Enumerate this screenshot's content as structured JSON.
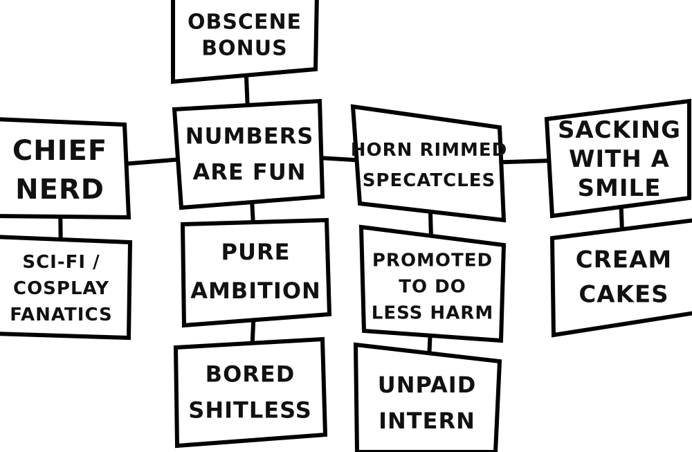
{
  "nodes": [
    {
      "id": "obscene-bonus",
      "lines": [
        "OBSCENE",
        "BONUS"
      ]
    },
    {
      "id": "chief-nerd",
      "lines": [
        "CHIEF",
        "NERD"
      ]
    },
    {
      "id": "numbers-are-fun",
      "lines": [
        "NUMBERS",
        "ARE FUN"
      ]
    },
    {
      "id": "horn-rimmed",
      "lines": [
        "HORN RIMMED",
        "SPECATCLES"
      ]
    },
    {
      "id": "sacking-smile",
      "lines": [
        "SACKING",
        "WITH A",
        "SMILE"
      ]
    },
    {
      "id": "scifi-cosplay",
      "lines": [
        "SCI-FI /",
        "COSPLAY",
        "FANATICS"
      ]
    },
    {
      "id": "pure-ambition",
      "lines": [
        "PURE",
        "AMBITION"
      ]
    },
    {
      "id": "promoted",
      "lines": [
        "PROMOTED",
        "TO DO",
        "LESS HARM"
      ]
    },
    {
      "id": "cream-cakes",
      "lines": [
        "CREAM",
        "CAKES"
      ]
    },
    {
      "id": "bored",
      "lines": [
        "BORED",
        "SHITLESS"
      ]
    },
    {
      "id": "unpaid-intern",
      "lines": [
        "UNPAID",
        "INTERN"
      ]
    }
  ],
  "connections": [
    [
      "obscene-bonus",
      "numbers-are-fun"
    ],
    [
      "chief-nerd",
      "numbers-are-fun"
    ],
    [
      "numbers-are-fun",
      "horn-rimmed"
    ],
    [
      "horn-rimmed",
      "sacking-smile"
    ],
    [
      "chief-nerd",
      "scifi-cosplay"
    ],
    [
      "numbers-are-fun",
      "pure-ambition"
    ],
    [
      "horn-rimmed",
      "promoted"
    ],
    [
      "sacking-smile",
      "cream-cakes"
    ],
    [
      "pure-ambition",
      "bored"
    ],
    [
      "promoted",
      "unpaid-intern"
    ]
  ]
}
